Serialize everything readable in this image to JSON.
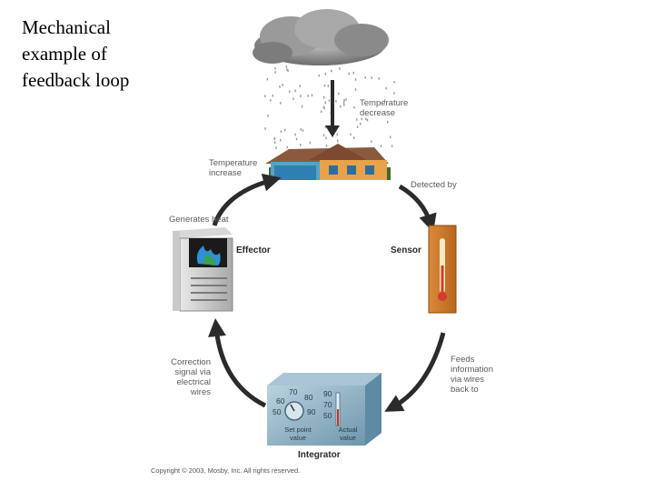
{
  "slide": {
    "title": "Mechanical example of feedback loop"
  },
  "diagram": {
    "labels": {
      "temperature_decrease": "Temperature decrease",
      "temperature_increase": "Temperature increase",
      "detected_by": "Detected by",
      "generates_heat": "Generates heat",
      "effector": "Effector",
      "sensor": "Sensor",
      "correction_signal": "Correction signal via electrical wires",
      "feeds_information": "Feeds information via wires back to",
      "integrator": "Integrator"
    },
    "thermostat": {
      "dial_numbers": [
        "70",
        "80",
        "90",
        "60",
        "50"
      ],
      "scale_numbers": [
        "90",
        "70",
        "50"
      ],
      "set_point_label": "Set point value",
      "actual_value_label": "Actual value"
    },
    "copyright": "Copyright © 2003, Mosby, Inc. All rights reserved."
  }
}
